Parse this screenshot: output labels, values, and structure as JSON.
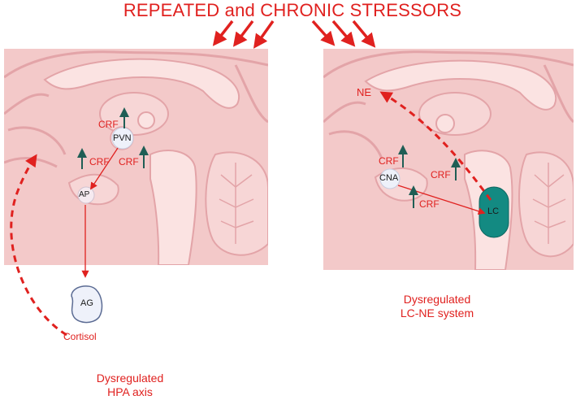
{
  "title": "REPEATED and CHRONIC  STRESSORS",
  "left_panel": {
    "labels": {
      "crf_top": "CRF",
      "pvn": "PVN",
      "crf_left": "CRF",
      "crf_right": "CRF",
      "ap": "AP",
      "ag": "AG",
      "cortisol": "Cortisol"
    },
    "caption_line1": "Dysregulated",
    "caption_line2": "HPA axis"
  },
  "right_panel": {
    "labels": {
      "ne": "NE",
      "crf_upper": "CRF",
      "cna": "CNA",
      "crf_mid": "CRF",
      "crf_lower": "CRF",
      "lc": "LC"
    },
    "caption_line1": "Dysregulated",
    "caption_line2": "LC-NE system"
  },
  "colors": {
    "accent_red": "#e0211f",
    "brain_fill": "#f3c9c9",
    "brain_dark": "#e3a4a8",
    "brain_light": "#fbe3e2",
    "up_arrow": "#1f5e55",
    "lc_fill": "#138a82"
  },
  "icons": {
    "up_arrow": "up-arrow-icon",
    "stress_arrow": "stress-arrow-icon"
  }
}
